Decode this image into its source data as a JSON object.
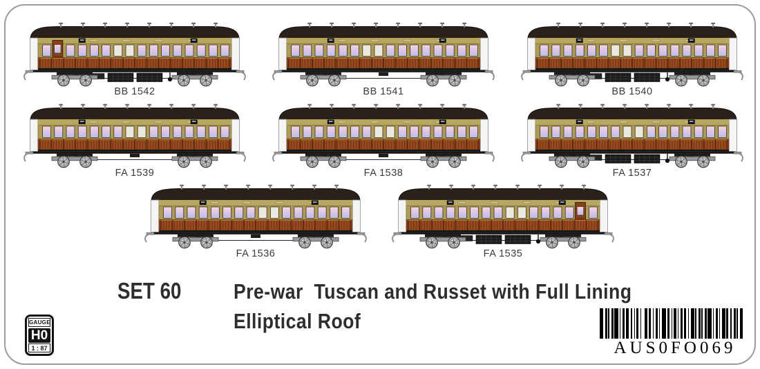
{
  "cars": [
    {
      "id": "bb-1542",
      "label": "BB 1542",
      "row": 1,
      "col": 1,
      "door_slot": 1,
      "white_windows": [
        6,
        7
      ],
      "underbody": "equipped"
    },
    {
      "id": "bb-1541",
      "label": "BB 1541",
      "row": 1,
      "col": 2,
      "door_slot": null,
      "white_windows": [
        6,
        7
      ],
      "underbody": "plain"
    },
    {
      "id": "bb-1540",
      "label": "BB 1540",
      "row": 1,
      "col": 3,
      "door_slot": null,
      "white_windows": [
        6,
        7
      ],
      "underbody": "equipped"
    },
    {
      "id": "fa-1539",
      "label": "FA 1539",
      "row": 2,
      "col": 1,
      "door_slot": null,
      "white_windows": [
        7,
        8
      ],
      "underbody": "plain"
    },
    {
      "id": "fa-1538",
      "label": "FA 1538",
      "row": 2,
      "col": 2,
      "door_slot": null,
      "white_windows": [
        7,
        8
      ],
      "underbody": "plain"
    },
    {
      "id": "fa-1537",
      "label": "FA 1537",
      "row": 2,
      "col": 3,
      "door_slot": null,
      "white_windows": [
        7,
        8
      ],
      "underbody": "equipped"
    },
    {
      "id": "fa-1536",
      "label": "FA 1536",
      "row": 3,
      "col": 1,
      "door_slot": null,
      "white_windows": [
        8,
        9
      ],
      "underbody": "plain"
    },
    {
      "id": "fa-1535",
      "label": "FA 1535",
      "row": 3,
      "col": 2,
      "door_slot": 14,
      "white_windows": [
        8,
        9
      ],
      "underbody": "equipped"
    }
  ],
  "caption": {
    "set_label": "SET 60",
    "line1": "Pre-war  Tuscan and Russet with Full Lining",
    "line2": "Elliptical Roof"
  },
  "gauge_badge": {
    "label": "GAUGE",
    "scale_name": "H0",
    "ratio": "1 : 87"
  },
  "barcode": {
    "text": "AUS0FO069"
  },
  "colors": {
    "roof": "#2a211a",
    "body_tan": "#ac9c58",
    "letterboard": "#b6a761",
    "grille": "#c9bc7e",
    "russet": "#9a4a1f",
    "russet_dark": "#6e3414",
    "door": "#8d3f1a",
    "window_top": "#f2d7e2",
    "window_bottom": "#b9bfe9",
    "window_white": "#ebe9df",
    "end_wall": "#f4f4f2",
    "frame_border": "#9b9b9b",
    "label_text": "#3a3a3a",
    "caption_text": "#2e2e2e"
  }
}
